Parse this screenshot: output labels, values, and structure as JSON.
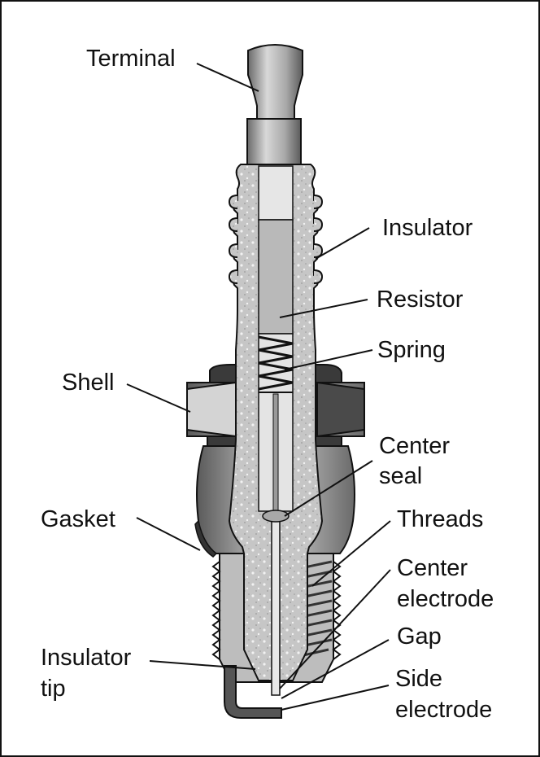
{
  "labels": {
    "terminal": "Terminal",
    "insulator": "Insulator",
    "resistor": "Resistor",
    "spring": "Spring",
    "shell": "Shell",
    "center_seal_1": "Center",
    "center_seal_2": "seal",
    "gasket": "Gasket",
    "threads": "Threads",
    "center_electrode_1": "Center",
    "center_electrode_2": "electrode",
    "gap": "Gap",
    "insulator_tip_1": "Insulator",
    "insulator_tip_2": "tip",
    "side_electrode_1": "Side",
    "side_electrode_2": "electrode"
  },
  "colors": {
    "outline": "#111111",
    "metal_light": "#c8c8c8",
    "metal_mid": "#9a9a9a",
    "metal_dark": "#505050",
    "ceramic": "#c9c9c9",
    "resistor": "#b8b8b8",
    "core": "#e4e4e4"
  }
}
